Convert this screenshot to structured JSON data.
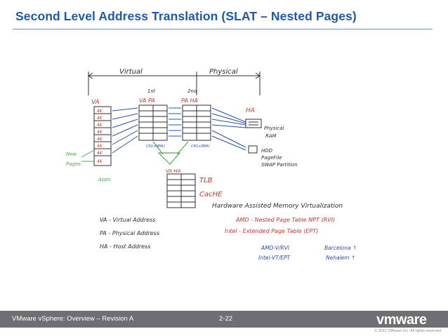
{
  "slide": {
    "title": "Second Level Address Translation (SLAT – Nested Pages)",
    "footer_left": "VMware vSphere: Overview – Revision A",
    "page_number": "2-22",
    "logo_text": "vmware",
    "copyright": "© 2011 VMware Inc. All rights reserved"
  },
  "sketch": {
    "virtual_label": "Virtual",
    "physical_label": "Physical",
    "first_label": "1st",
    "second_label": "2nd",
    "va_label": "VA",
    "va_pa_label": "VA  PA",
    "pa_ha_label": "PA  HA",
    "ha_label": "HA",
    "page_label": "4K",
    "new_pages": "New\nPages",
    "apps": "Apps",
    "cpu_mmu": "CPU+MMU",
    "physical_ram": "Physical\nRAM",
    "hdd": "HDD",
    "page_file": "PageFile",
    "swap_partition": "SWAP Partition",
    "tlb_va_ha": "VA  HA",
    "tlb": "TLB",
    "cache": "CacHE",
    "hw_assisted": "Hardware Assisted Memory Virtualization",
    "amd_npt": "AMD - Nested Page Table NPT (RVI)",
    "intel_ept": "Intel - Extended Page Table (EPT)",
    "amd_v": "AMD-V/RVI",
    "intel_vt": "Intel-VT/EPT",
    "barcelona": "Barcelona ↑",
    "nehalem": "Nehalem ↑",
    "legend_va": "VA - Virtual Address",
    "legend_pa": "PA - Physical Address",
    "legend_ha": "HA - Host Address"
  },
  "colors": {
    "title": "#1f5aa6",
    "ink_blue": "#2a4fa8",
    "ink_red": "#c0392b",
    "ink_green": "#4caf50",
    "ink_dark": "#2b2b3a",
    "footer_bg": "#6f6f73"
  }
}
